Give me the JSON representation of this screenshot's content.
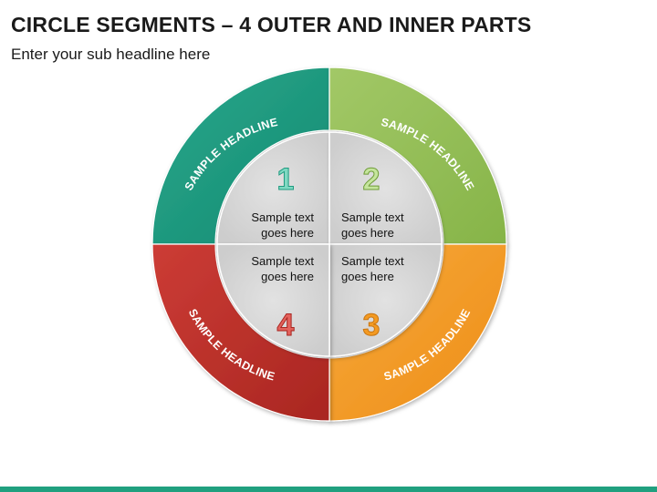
{
  "slide": {
    "title": "CIRCLE SEGMENTS – 4 OUTER AND INNER PARTS",
    "subtitle": "Enter your sub headline here"
  },
  "colors": {
    "teal": "#1f9b80",
    "green": "#93bf55",
    "orange": "#f39a22",
    "red": "#c0322d",
    "inner": "#d6d6d6",
    "footer": "#20a07f"
  },
  "segments": [
    {
      "id": "teal",
      "headline": "SAMPLE HEADLINE",
      "number": "1",
      "text_line1": "Sample text",
      "text_line2": "goes here"
    },
    {
      "id": "green",
      "headline": "SAMPLE HEADLINE",
      "number": "2",
      "text_line1": "Sample text",
      "text_line2": "goes here"
    },
    {
      "id": "orange",
      "headline": "SAMPLE HEADLINE",
      "number": "3",
      "text_line1": "Sample text",
      "text_line2": "goes here"
    },
    {
      "id": "red",
      "headline": "SAMPLE HEADLINE",
      "number": "4",
      "text_line1": "Sample text",
      "text_line2": "goes here"
    }
  ]
}
